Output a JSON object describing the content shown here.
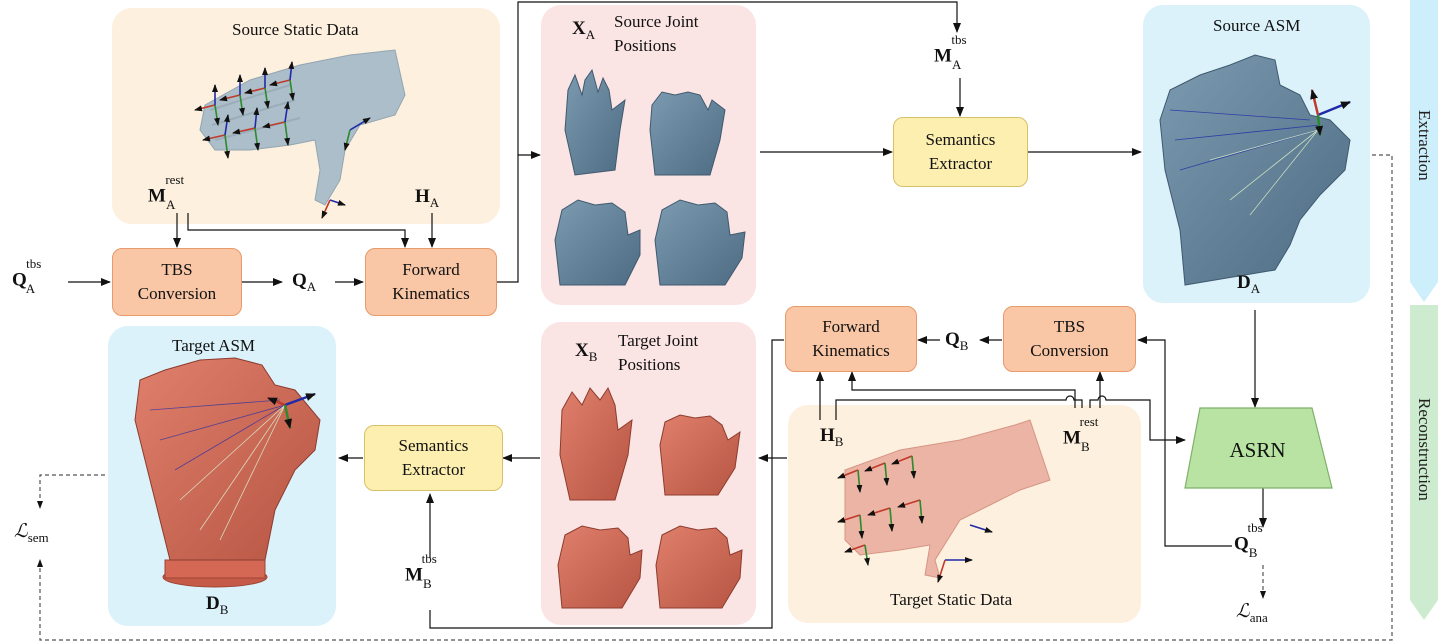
{
  "panels": {
    "source_static": "Source Static Data",
    "source_joints_title": "Source Joint\nPositions",
    "source_asm": "Source ASM",
    "target_asm": "Target ASM",
    "target_joints_title": "Target Joint\nPositions",
    "target_static": "Target Static Data"
  },
  "boxes": {
    "tbs_a": "TBS\nConversion",
    "fk_a": "Forward\nKinematics",
    "sem_a": "Semantics\nExtractor",
    "fk_b": "Forward\nKinematics",
    "tbs_b": "TBS\nConversion",
    "sem_b": "Semantics\nExtractor",
    "asrn": "ASRN"
  },
  "symbols": {
    "M": "M",
    "Q": "Q",
    "H": "H",
    "X": "X",
    "D": "D",
    "L": "ℒ",
    "A": "A",
    "B": "B",
    "rest": "rest",
    "tbs": "tbs",
    "sem": "sem",
    "ana": "ana"
  },
  "stages": {
    "extraction": "Extraction",
    "reconstruction": "Reconstruction"
  },
  "colors": {
    "static_panel": "#fdf0de",
    "joint_panel": "#fbe4e4",
    "asm_panel": "#dcf2fb",
    "orange_box": "#f9c6a6",
    "yellow_box": "#fdefb0",
    "asrn": "#b8e3a3",
    "source_hand": "#5d7e96",
    "target_hand": "#d56a57",
    "stage_band": "#cdeefb",
    "stage_band_2": "#cdeccf"
  }
}
